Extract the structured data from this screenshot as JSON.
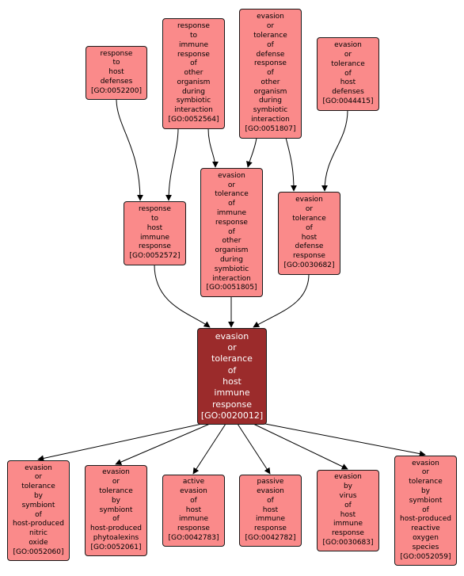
{
  "colors": {
    "node_fill": "#fa8a8a",
    "focus_fill": "#9b2b2b",
    "edge": "#000000"
  },
  "nodes": {
    "n0052200": "response\nto\nhost\ndefenses\n[GO:0052200]",
    "n0052564": "response\nto\nimmune\nresponse\nof\nother\norganism\nduring\nsymbiotic\ninteraction\n[GO:0052564]",
    "n0051807": "evasion\nor\ntolerance\nof\ndefense\nresponse\nof\nother\norganism\nduring\nsymbiotic\ninteraction\n[GO:0051807]",
    "n0044415": "evasion\nor\ntolerance\nof\nhost\ndefenses\n[GO:0044415]",
    "n0052572": "response\nto\nhost\nimmune\nresponse\n[GO:0052572]",
    "n0051805": "evasion\nor\ntolerance\nof\nimmune\nresponse\nof\nother\norganism\nduring\nsymbiotic\ninteraction\n[GO:0051805]",
    "n0030682": "evasion\nor\ntolerance\nof\nhost\ndefense\nresponse\n[GO:0030682]",
    "n0020012": "evasion\nor\ntolerance\nof\nhost\nimmune\nresponse\n[GO:0020012]",
    "n0052060": "evasion\nor\ntolerance\nby\nsymbiont\nof\nhost-produced\nnitric\noxide\n[GO:0052060]",
    "n0052061": "evasion\nor\ntolerance\nby\nsymbiont\nof\nhost-produced\nphytoalexins\n[GO:0052061]",
    "n0042783": "active\nevasion\nof\nhost\nimmune\nresponse\n[GO:0042783]",
    "n0042782": "passive\nevasion\nof\nhost\nimmune\nresponse\n[GO:0042782]",
    "n0030683": "evasion\nby\nvirus\nof\nhost\nimmune\nresponse\n[GO:0030683]",
    "n0052059": "evasion\nor\ntolerance\nby\nsymbiont\nof\nhost-produced\nreactive\noxygen\nspecies\n[GO:0052059]"
  }
}
